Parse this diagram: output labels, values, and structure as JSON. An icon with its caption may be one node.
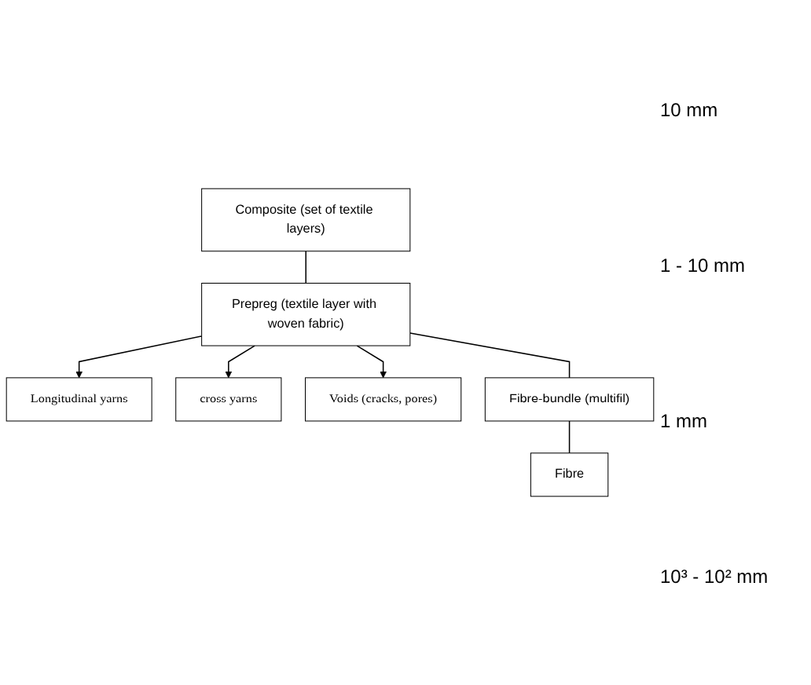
{
  "diagram": {
    "nodes": [
      {
        "text": [
          "Composite (set of textile layers)"
        ]
      },
      {
        "text": [
          "Longitudinal yarns"
        ]
      },
      {
        "text": [
          "Prepreg (textile layer with woven fabric)"
        ]
      },
      {
        "text": [
          "cross yarns"
        ]
      },
      {
        "text": [
          "Voids (cracks, pores)"
        ]
      },
      {
        "text": [
          "Fibre-bundle (multifil)"
        ]
      },
      {
        "text": [
          "Fibre"
        ]
      }
    ],
    "edges": [
      {
        "from": 0,
        "to": 2,
        "arrow": "none"
      },
      {
        "from": 2,
        "to": 1,
        "arrow": "to"
      },
      {
        "from": 2,
        "to": 3,
        "arrow": "to"
      },
      {
        "from": 2,
        "to": 4,
        "arrow": "to"
      },
      {
        "from": 2,
        "to": 5,
        "arrow": "none"
      },
      {
        "from": 5,
        "to": 6,
        "arrow": "none"
      }
    ],
    "labels": [
      "10 mm",
      "1 - 10 mm",
      "1 mm",
      "10³ - 10² mm"
    ]
  }
}
